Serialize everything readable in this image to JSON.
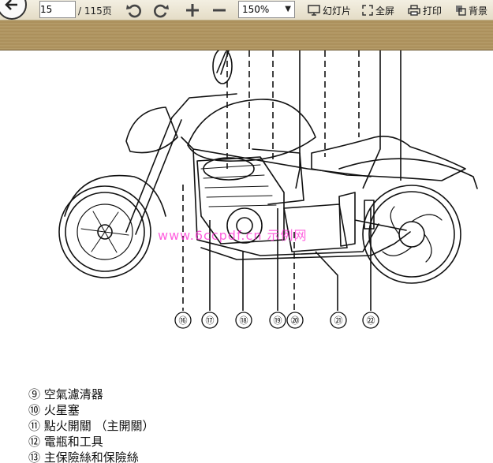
{
  "toolbar": {
    "current_page": "15",
    "total_pages": "/ 115页",
    "zoom": "150%",
    "slideshow_label": "幻灯片",
    "fullscreen_label": "全屏",
    "print_label": "打印",
    "background_label": "背景"
  },
  "diagram": {
    "callouts": [
      "⑯",
      "⑰",
      "⑱",
      "⑲",
      "⑳",
      "㉑",
      "㉒"
    ]
  },
  "watermark": "www.6ccpdf.cn 示例网",
  "legend": [
    "⑨ 空氣濾清器",
    "⑩ 火星塞",
    "⑪ 點火開關 （主開關）",
    "⑫ 電瓶和工具",
    "⑬ 主保險絲和保險絲"
  ],
  "colors": {
    "toolbar_bg": "#ece6d2",
    "band": "#ae935f",
    "watermark": "#ff2bd3"
  }
}
